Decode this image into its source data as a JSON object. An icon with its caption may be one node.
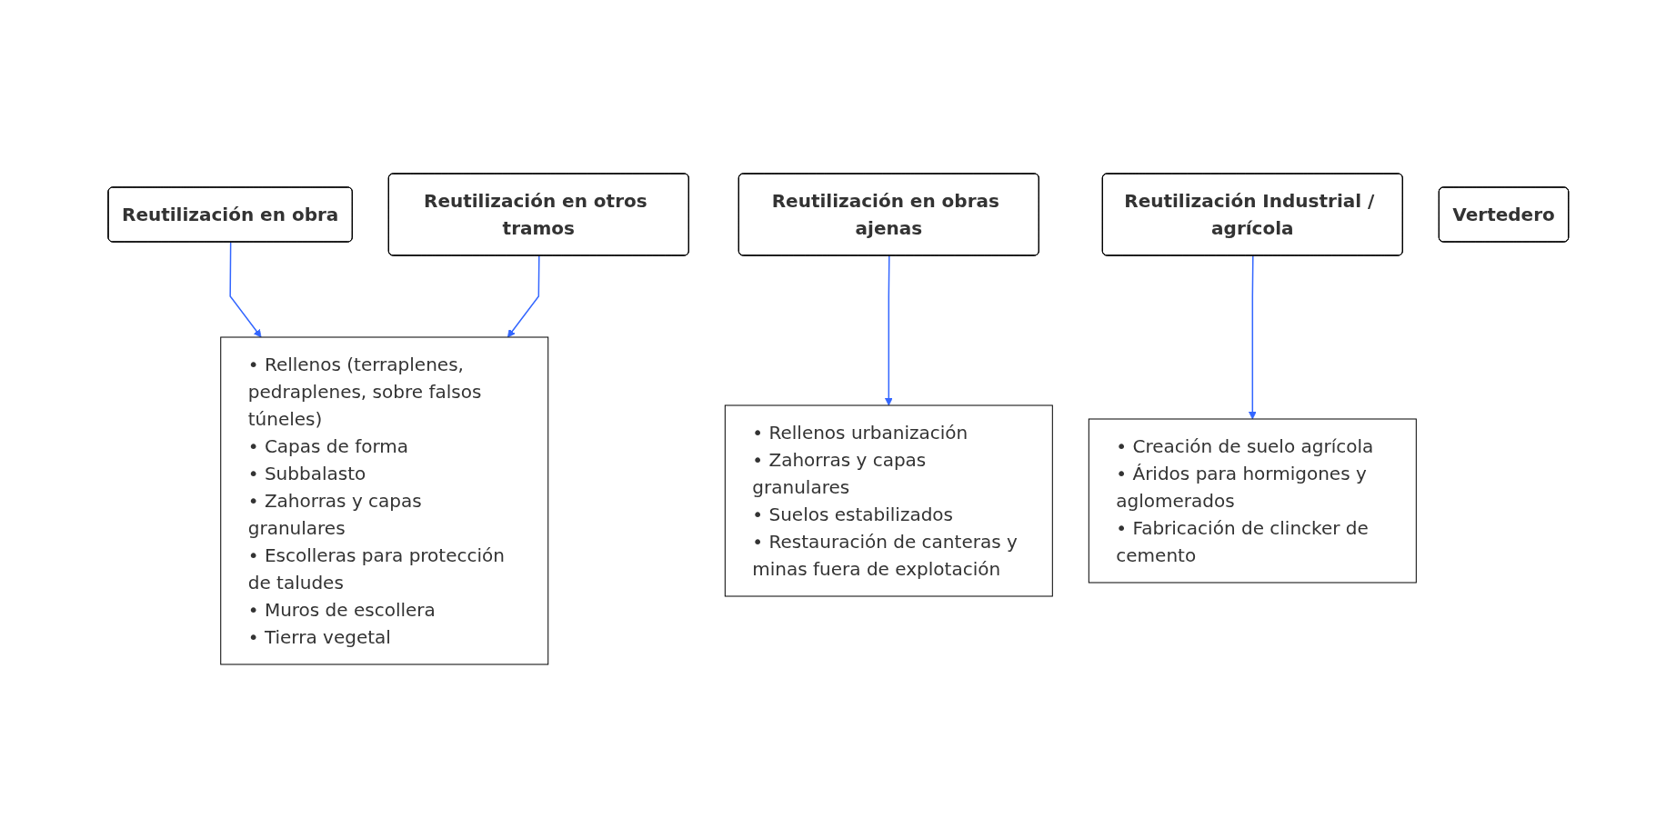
{
  "diagram": {
    "nodes": [
      {
        "text": [
          "Reutilización en obra"
        ]
      },
      {
        "text": [
          "Reutilización en otros tramos"
        ]
      },
      {
        "text": [
          "Reutilización en obras ajenas"
        ]
      },
      {
        "text": [
          "Reutilización Industrial / agrícola"
        ]
      },
      {
        "text": [
          "Vertedero"
        ]
      },
      {
        "text": [
          "• Rellenos (terraplenes, pedraplenes, sobre falsos túneles)",
          "• Capas de forma",
          "• Subbalasto",
          "• Zahorras y capas granulares",
          "• Escolleras para protección de taludes",
          "• Muros de escollera",
          "• Tierra vegetal"
        ]
      },
      {
        "text": [
          "• Rellenos urbanización",
          "• Zahorras y capas granulares",
          "• Suelos estabilizados",
          "• Restauración de canteras y minas fuera de explotación"
        ]
      },
      {
        "text": [
          "• Creación de suelo agrícola",
          "• Áridos para hormigones y aglomerados",
          "• Fabricación de clincker de cemento"
        ]
      }
    ],
    "edges": [
      {
        "from": 0,
        "to": 5,
        "arrow": "to"
      },
      {
        "from": 1,
        "to": 5,
        "arrow": "to"
      },
      {
        "from": 2,
        "to": 6,
        "arrow": "to"
      },
      {
        "from": 3,
        "to": 7,
        "arrow": "to"
      }
    ]
  }
}
